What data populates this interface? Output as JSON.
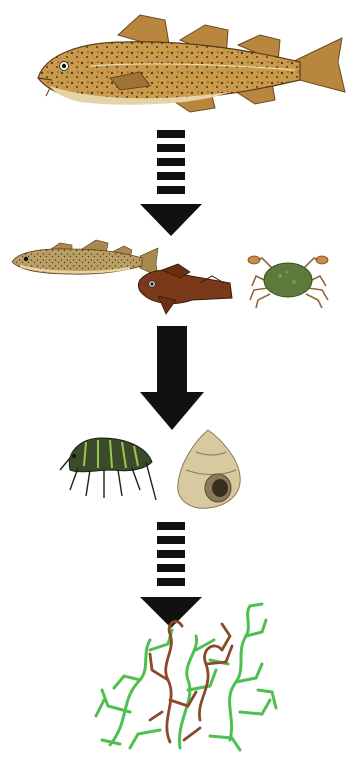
{
  "diagram": {
    "type": "food-web",
    "levels": [
      {
        "organisms": [
          "cod-large"
        ]
      },
      {
        "organisms": [
          "cod-small",
          "sculpin",
          "green-crab"
        ]
      },
      {
        "organisms": [
          "amphipod",
          "periwinkle-snail"
        ]
      },
      {
        "organisms": [
          "seaweed-green",
          "seaweed-brown"
        ]
      }
    ],
    "arrows": [
      {
        "from_level": 0,
        "to_level": 1,
        "style": "dashed"
      },
      {
        "from_level": 1,
        "to_level": 2,
        "style": "solid"
      },
      {
        "from_level": 2,
        "to_level": 3,
        "style": "dashed"
      }
    ],
    "colors": {
      "arrow": "#111111",
      "cod_body": "#c99a4a",
      "cod_spots": "#5a3a1a",
      "sculpin": "#7a3a1a",
      "crab": "#5e7a3a",
      "amphipod": "#3a4a2a",
      "snail": "#d9c9a0",
      "seaweed_green": "#4dc04d",
      "seaweed_brown": "#8a4a2a"
    }
  }
}
